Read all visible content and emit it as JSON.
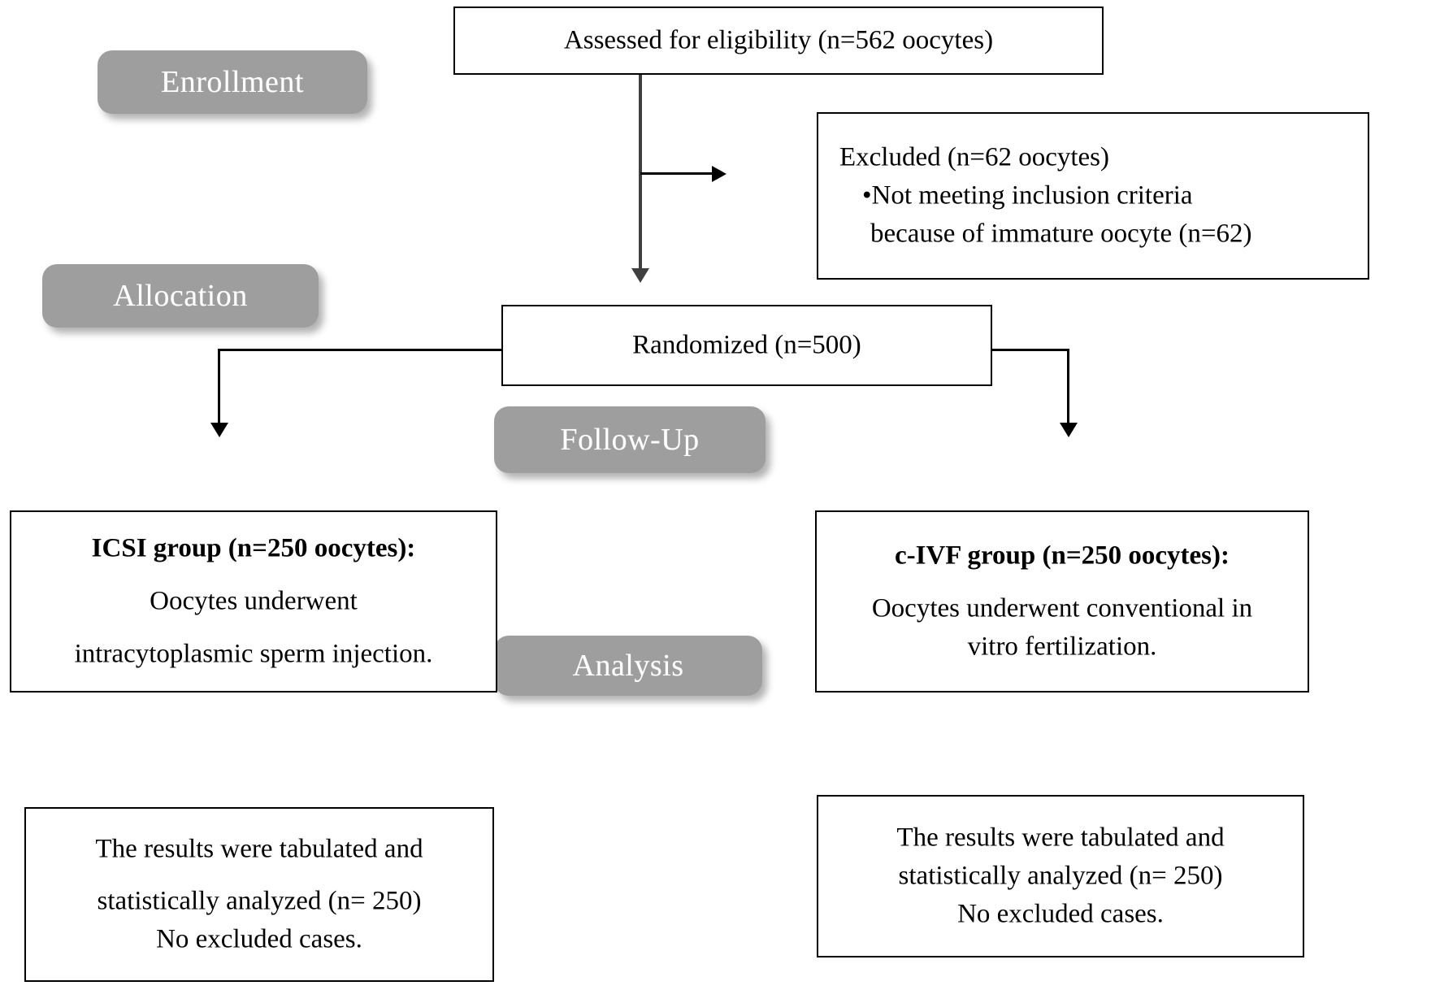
{
  "diagram": {
    "title": "CONSORT participant flow diagram",
    "stage_badge_color": "#9e9e9e",
    "stage_text_color": "#ffffff",
    "box_border_color": "#000000",
    "connector_color": "#000000"
  },
  "stages": [
    {
      "id": "enrollment",
      "label": "Enrollment"
    },
    {
      "id": "allocation",
      "label": "Allocation"
    },
    {
      "id": "follow_up",
      "label": "Follow-Up"
    },
    {
      "id": "analysis",
      "label": "Analysis"
    }
  ],
  "boxes": {
    "assessed": {
      "lines": [
        "Assessed for eligibility (n=562 oocytes)"
      ]
    },
    "excluded": {
      "lines": [
        "Excluded (n=62 oocytes)",
        "•Not meeting inclusion criteria",
        "because of immature oocyte (n=62)"
      ]
    },
    "randomized": {
      "lines": [
        "Randomized (n=500)"
      ]
    },
    "icsi_group": {
      "heading": "ICSI group (n=250 oocytes):",
      "lines": [
        "Oocytes underwent",
        "intracytoplasmic sperm injection."
      ]
    },
    "civf_group": {
      "heading": "c-IVF group (n=250 oocytes):",
      "lines": [
        "Oocytes underwent conventional in",
        "vitro fertilization."
      ]
    },
    "icsi_results": {
      "lines": [
        "The results were tabulated and",
        "statistically analyzed (n= 250)",
        "No excluded cases."
      ]
    },
    "civf_results": {
      "lines": [
        "The results were tabulated and",
        "statistically analyzed (n= 250)",
        "No excluded cases."
      ]
    }
  }
}
